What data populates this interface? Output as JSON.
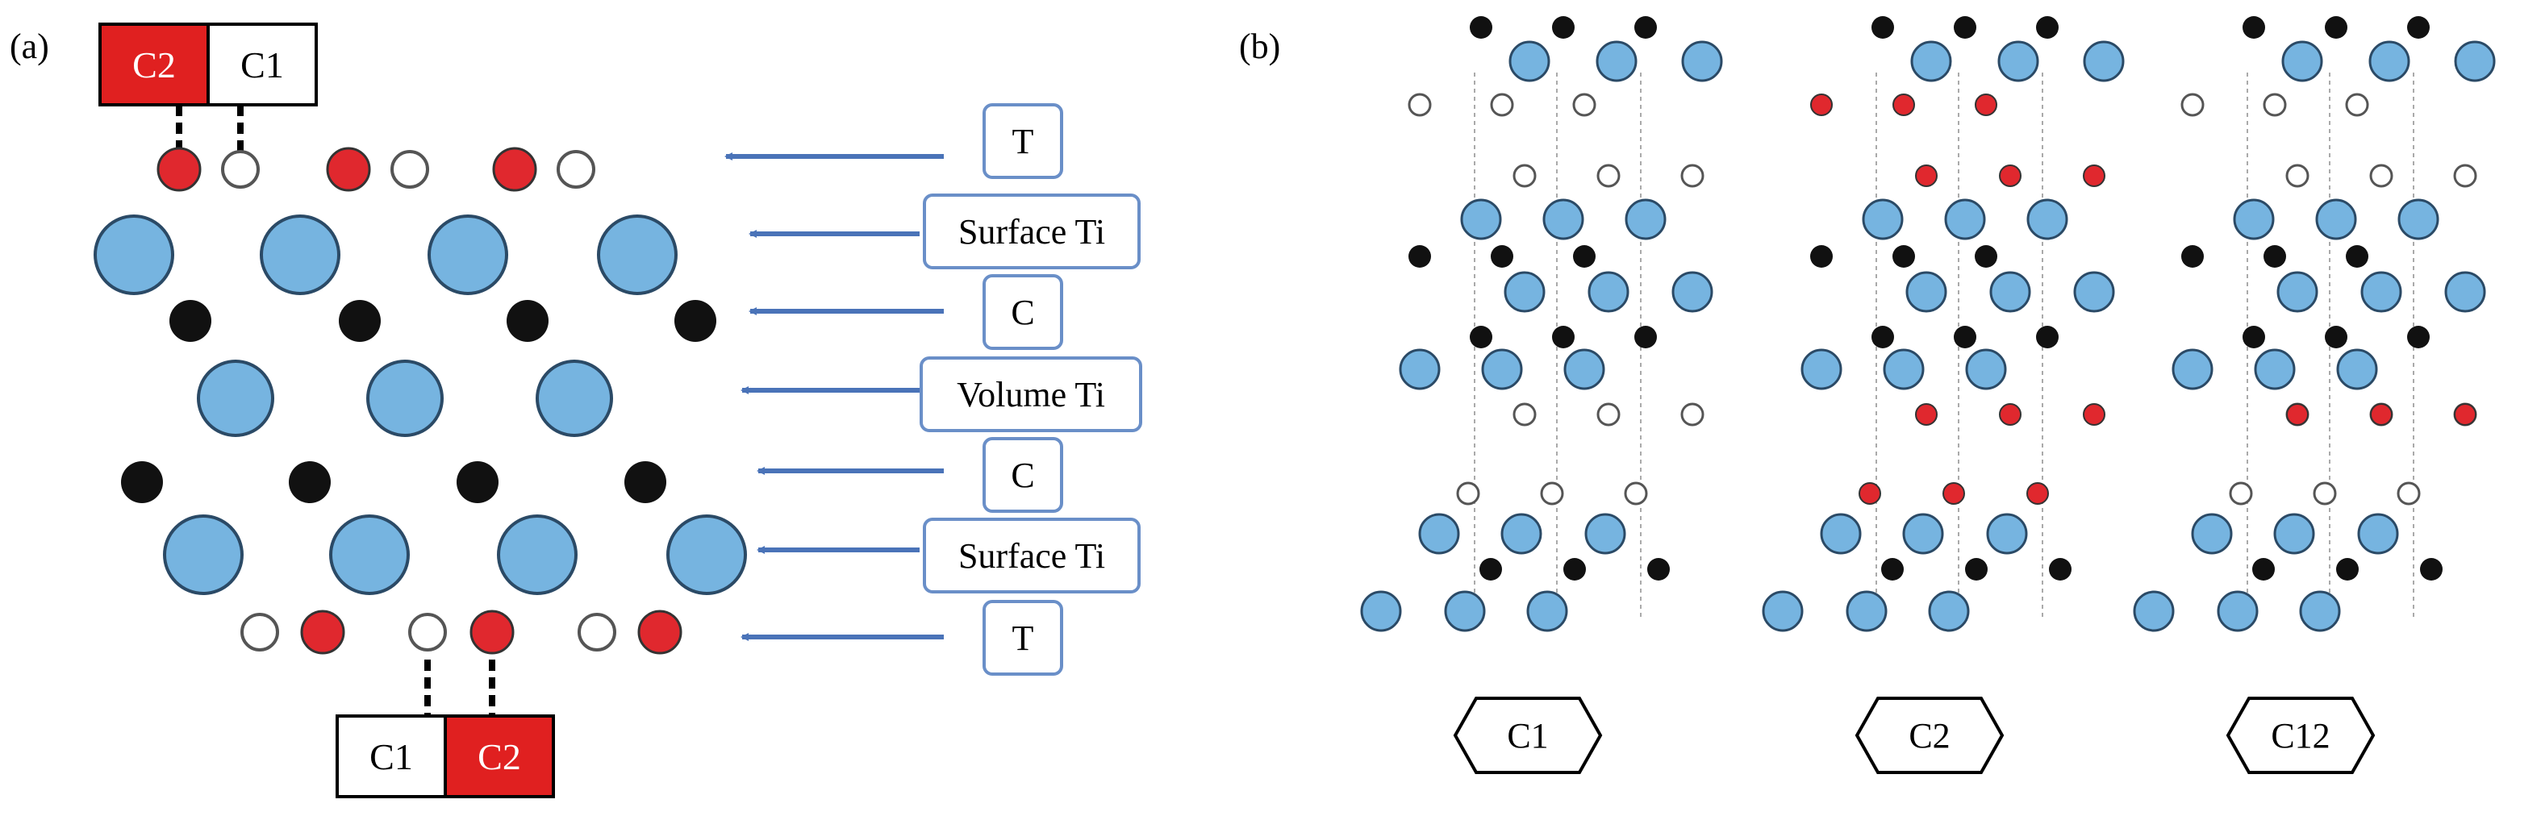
{
  "panel_a": {
    "label": "(a)",
    "top_box": {
      "left": "C2",
      "right": "C1"
    },
    "bottom_box": {
      "left": "C1",
      "right": "C2"
    },
    "layer_labels": [
      "T",
      "Surface Ti",
      "C",
      "Volume Ti",
      "C",
      "Surface Ti",
      "T"
    ]
  },
  "panel_b": {
    "label": "(b)",
    "configs": [
      "C1",
      "C2",
      "C12"
    ]
  },
  "colors": {
    "ti_fill": "#76b4e0",
    "ti_stroke": "#2b4a66",
    "carbon": "#111111",
    "red_site": "#e0282e",
    "white_site": "#ffffff",
    "arrow": "#4a73b8",
    "box_stroke": "#6a8fc8",
    "red_box": "#e02020"
  }
}
